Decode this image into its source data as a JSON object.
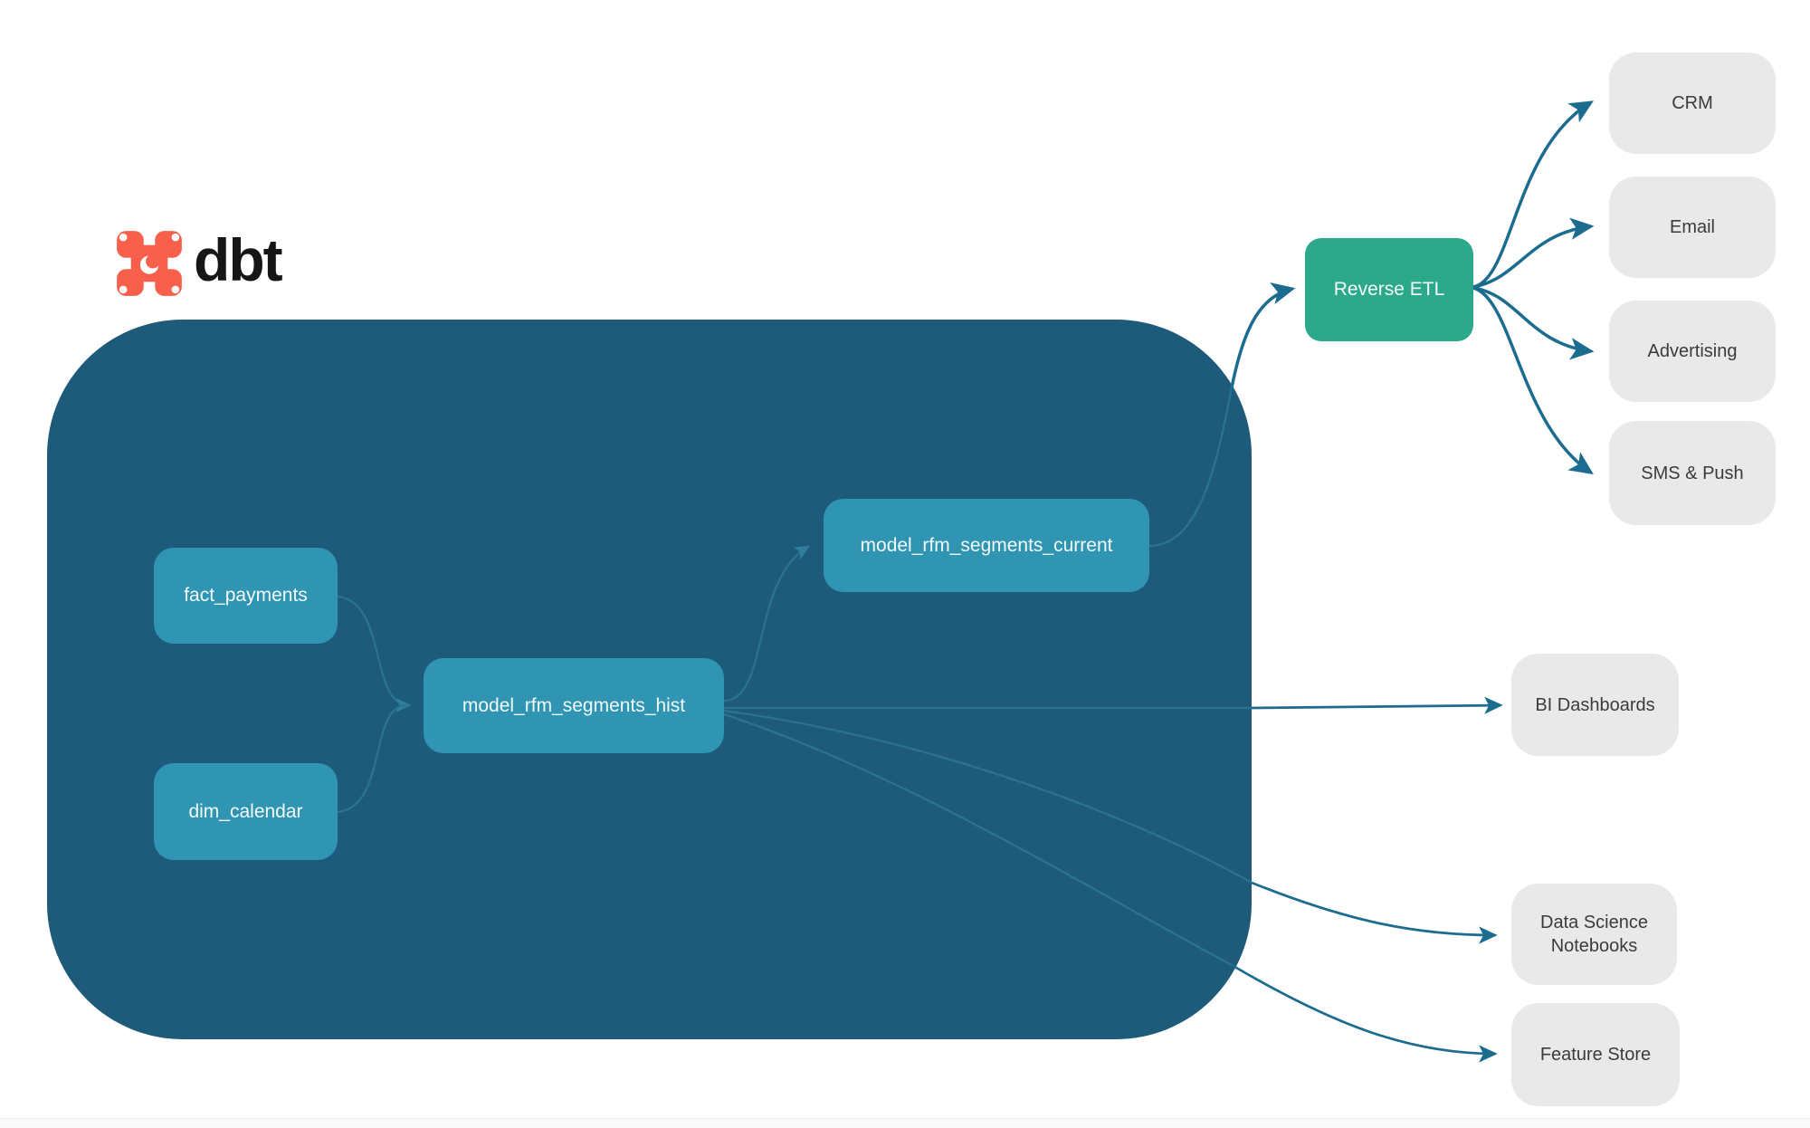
{
  "brand": {
    "name": "dbt",
    "logo_icon": "dbt-logo-icon"
  },
  "colors": {
    "warehouse_bg": "#1e5b7b",
    "model_node": "#2f95b3",
    "reverse_etl_node": "#2ca98b",
    "destination_node": "#e9e9e9",
    "edge_inside_warehouse": "#2a7391",
    "edge_outside_warehouse": "#1c6c8f",
    "dbt_orange": "#f8604c",
    "brand_text": "#161616",
    "destination_text": "#3b3b3b"
  },
  "nodes": {
    "fact_payments": "fact_payments",
    "dim_calendar": "dim_calendar",
    "model_rfm_segments_hist": "model_rfm_segments_hist",
    "model_rfm_segments_current": "model_rfm_segments_current",
    "reverse_etl": "Reverse ETL",
    "crm": "CRM",
    "email": "Email",
    "advertising": "Advertising",
    "sms_push": "SMS & Push",
    "bi_dashboards": "BI Dashboards",
    "data_science_notebooks": "Data Science Notebooks",
    "feature_store": "Feature Store"
  },
  "edges": [
    {
      "from": "fact_payments",
      "to": "model_rfm_segments_hist"
    },
    {
      "from": "dim_calendar",
      "to": "model_rfm_segments_hist"
    },
    {
      "from": "model_rfm_segments_hist",
      "to": "model_rfm_segments_current"
    },
    {
      "from": "model_rfm_segments_hist",
      "to": "bi_dashboards"
    },
    {
      "from": "model_rfm_segments_hist",
      "to": "data_science_notebooks"
    },
    {
      "from": "model_rfm_segments_hist",
      "to": "feature_store"
    },
    {
      "from": "model_rfm_segments_current",
      "to": "reverse_etl"
    },
    {
      "from": "reverse_etl",
      "to": "crm"
    },
    {
      "from": "reverse_etl",
      "to": "email"
    },
    {
      "from": "reverse_etl",
      "to": "advertising"
    },
    {
      "from": "reverse_etl",
      "to": "sms_push"
    }
  ]
}
